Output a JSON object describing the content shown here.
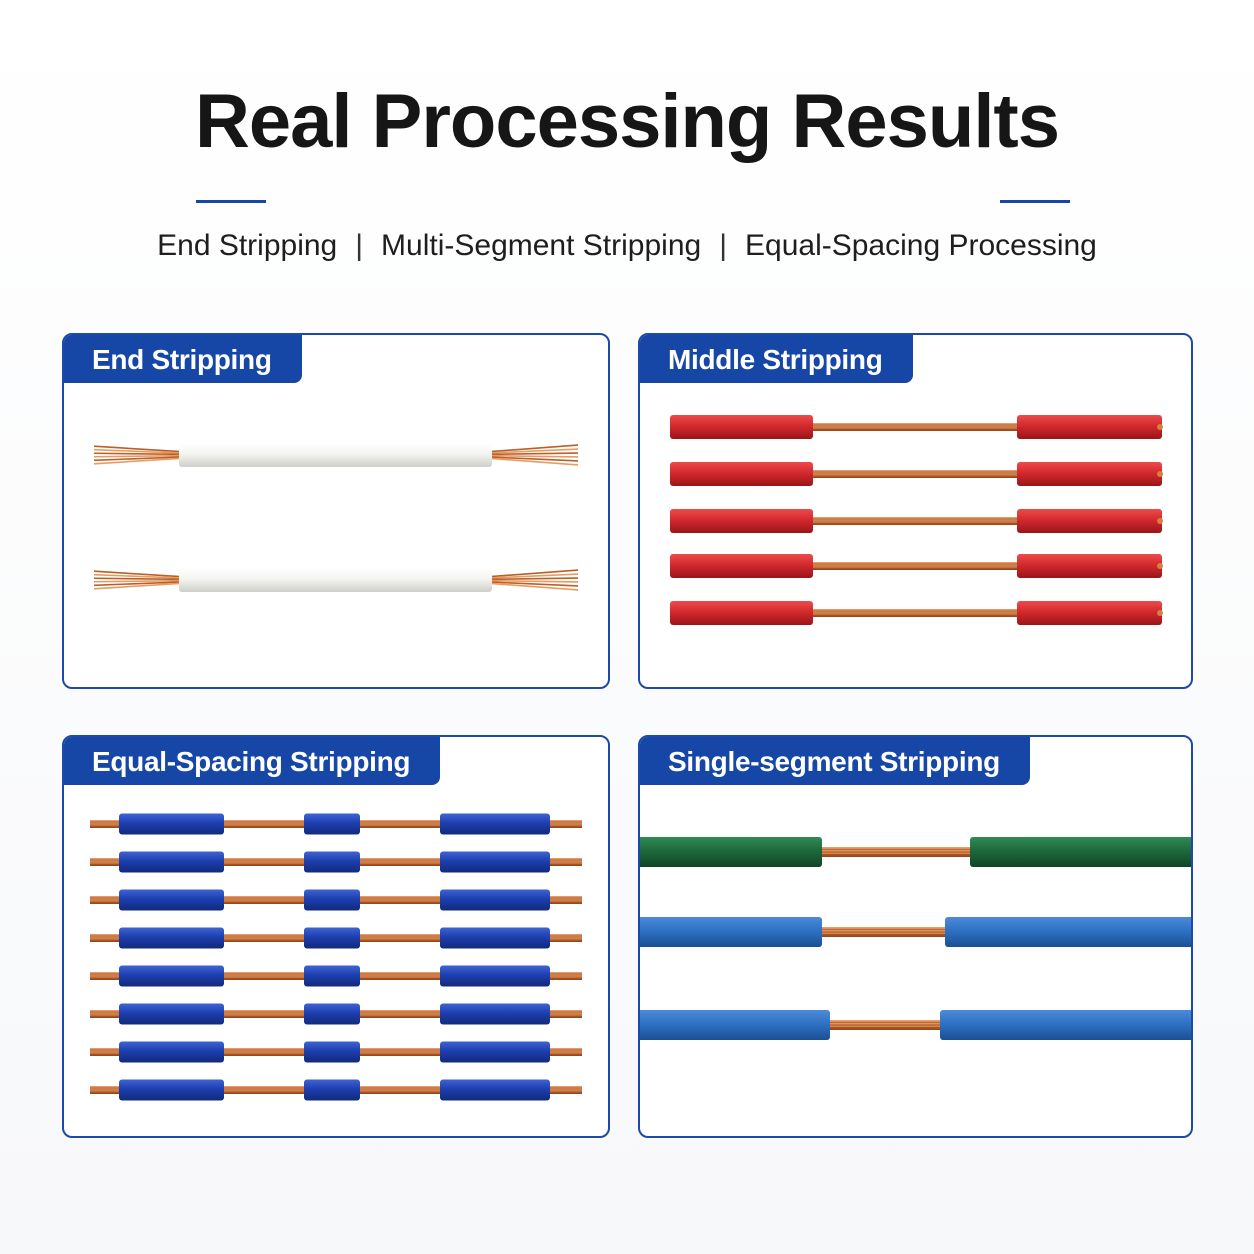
{
  "header": {
    "title": "Real Processing Results",
    "subtitle_items": [
      "End Stripping",
      "Multi-Segment Stripping",
      "Equal-Spacing Processing"
    ],
    "subtitle_separator": "|"
  },
  "panels": {
    "end": {
      "label": "End Stripping",
      "wire_color": "white",
      "wire_count": 2
    },
    "middle": {
      "label": "Middle Stripping",
      "wire_color": "red",
      "wire_count": 5
    },
    "equal": {
      "label": "Equal-Spacing Stripping",
      "wire_color": "blue",
      "wire_count": 8
    },
    "single": {
      "label": "Single-segment Stripping",
      "wire_colors": [
        "green",
        "blue",
        "blue"
      ],
      "wire_count": 3
    }
  },
  "colors": {
    "accent": "#1747a6",
    "copper": "#c96a32",
    "insulation_white": "#f1f1ee",
    "insulation_red": "#d32a2e",
    "insulation_blue": "#1d3fb0",
    "insulation_green": "#1e6a3c",
    "insulation_light_blue": "#2f72c4"
  }
}
